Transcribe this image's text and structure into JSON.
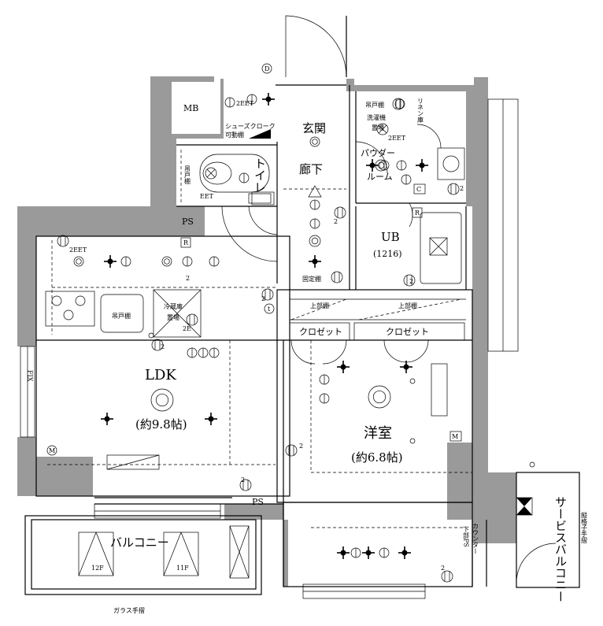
{
  "rooms": {
    "mb": "MB",
    "entrance": "玄関",
    "shoe_closet": "シューズクローク",
    "movable_shelf": "可動棚",
    "toilet": "トイレ",
    "hanging_cabinet": "吊戸棚",
    "corridor": "廊下",
    "powder_room_1": "パウダー",
    "powder_room_2": "ルーム",
    "hanging_cabinet_2": "吊戸棚",
    "washer": "洗濯機",
    "washer_place": "置場",
    "linen": "リネン庫",
    "ub": "UB",
    "ub_size": "(1216)",
    "ps_top": "PS",
    "fixed_shelf": "固定棚",
    "upper_shelf_1": "上部棚",
    "upper_shelf_2": "上部棚",
    "closet_1": "クロゼット",
    "closet_2": "クロゼット",
    "fridge_1": "冷蔵庫",
    "fridge_2": "置場",
    "hanging_cabinet_3": "吊戸棚",
    "ldk": "LDK",
    "ldk_size": "(約9.8帖)",
    "western": "洋室",
    "western_size": "(約6.8帖)",
    "fix": "FIX",
    "ps_bottom": "PS",
    "balcony": "バルコニー",
    "floor_12": "12F",
    "floor_11": "11F",
    "glass_railing": "ガラス手摺",
    "service_balcony": "サービスバルコニー",
    "vertical_railing": "縦格子手摺",
    "counter": "カウンター",
    "lower_ps": "下部PS"
  },
  "symbols": {
    "d": "D",
    "r1": "R",
    "r2": "R",
    "c": "C",
    "m1": "M",
    "m2": "M",
    "t": "t",
    "two_eet_1": "2EET",
    "two_eet_2": "2EET",
    "eet": "EET",
    "two_e": "2E",
    "two_eet_3": "2EET",
    "sup2_a": "2",
    "sup2_b": "2",
    "sup2_c": "2",
    "sup2_d": "2",
    "sup2_e": "2",
    "sup2_f": "2",
    "sup2_g": "2",
    "sup2_h": "2",
    "sup2_i": "2"
  },
  "colors": {
    "wall": "#9a9a9a",
    "line": "#000000",
    "background": "#ffffff"
  }
}
